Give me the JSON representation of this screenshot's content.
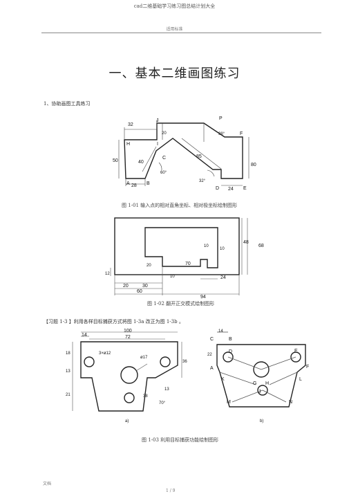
{
  "header": {
    "doc_title": "cad二维基础学习练习图总结计划大全",
    "subtitle": "适用标准"
  },
  "main": {
    "title": "一、基本二维画图练习",
    "section1": "1、协助画图工具练习",
    "exercise_intro": "【习题 1-3 】利用各样目标捕获方式将图 1-3a 改正为图 1-3b 。"
  },
  "figures": {
    "fig1": {
      "caption": "图 1-01 输入点的相对直角坐标、相对极坐标绘制图形",
      "labels": {
        "p": "P",
        "f": "F",
        "h": "H",
        "i": "I",
        "j": "J",
        "c": "C",
        "a": "A",
        "b": "B",
        "d": "D",
        "e": "E",
        "d32": "32",
        "d20": "20",
        "d50": "50",
        "d40": "40",
        "d60deg": "60°",
        "d28": "28",
        "d85": "85",
        "d32deg": "32°",
        "d38deg": "38°",
        "d80": "80",
        "d24": "24"
      }
    },
    "fig2": {
      "caption": "图 1-02 翻开正交模式绘制图形",
      "labels": {
        "d10a": "10",
        "d10b": "10",
        "d20": "20",
        "d70": "70",
        "d48": "48",
        "d68": "68",
        "d12": "12",
        "d10c": "10",
        "d24": "24",
        "d20b": "20",
        "d30": "30",
        "d60": "60",
        "d94": "94"
      }
    },
    "fig3": {
      "caption": "图 1-03 利用目标捕获功能绘制图形",
      "sub_a": "a)",
      "sub_b": "b)",
      "labels_a": {
        "d100": "100",
        "d14": "14",
        "d72": "72",
        "holes": "3×ø12",
        "d17": "ø17",
        "d18": "18",
        "d13": "13",
        "d36": "36",
        "d21": "21",
        "d38": "38",
        "d13b": "13",
        "d70deg": "70°"
      },
      "labels_b": {
        "c": "C",
        "b": "B",
        "d14": "14",
        "d22": "22",
        "d": "D",
        "e": "E",
        "a": "A",
        "f": "F",
        "k": "K",
        "g": "G",
        "h": "H",
        "l": "L",
        "j": "J",
        "m": "M",
        "n": "N"
      }
    }
  },
  "footer": {
    "left": "文档",
    "page": "1 / 9"
  }
}
